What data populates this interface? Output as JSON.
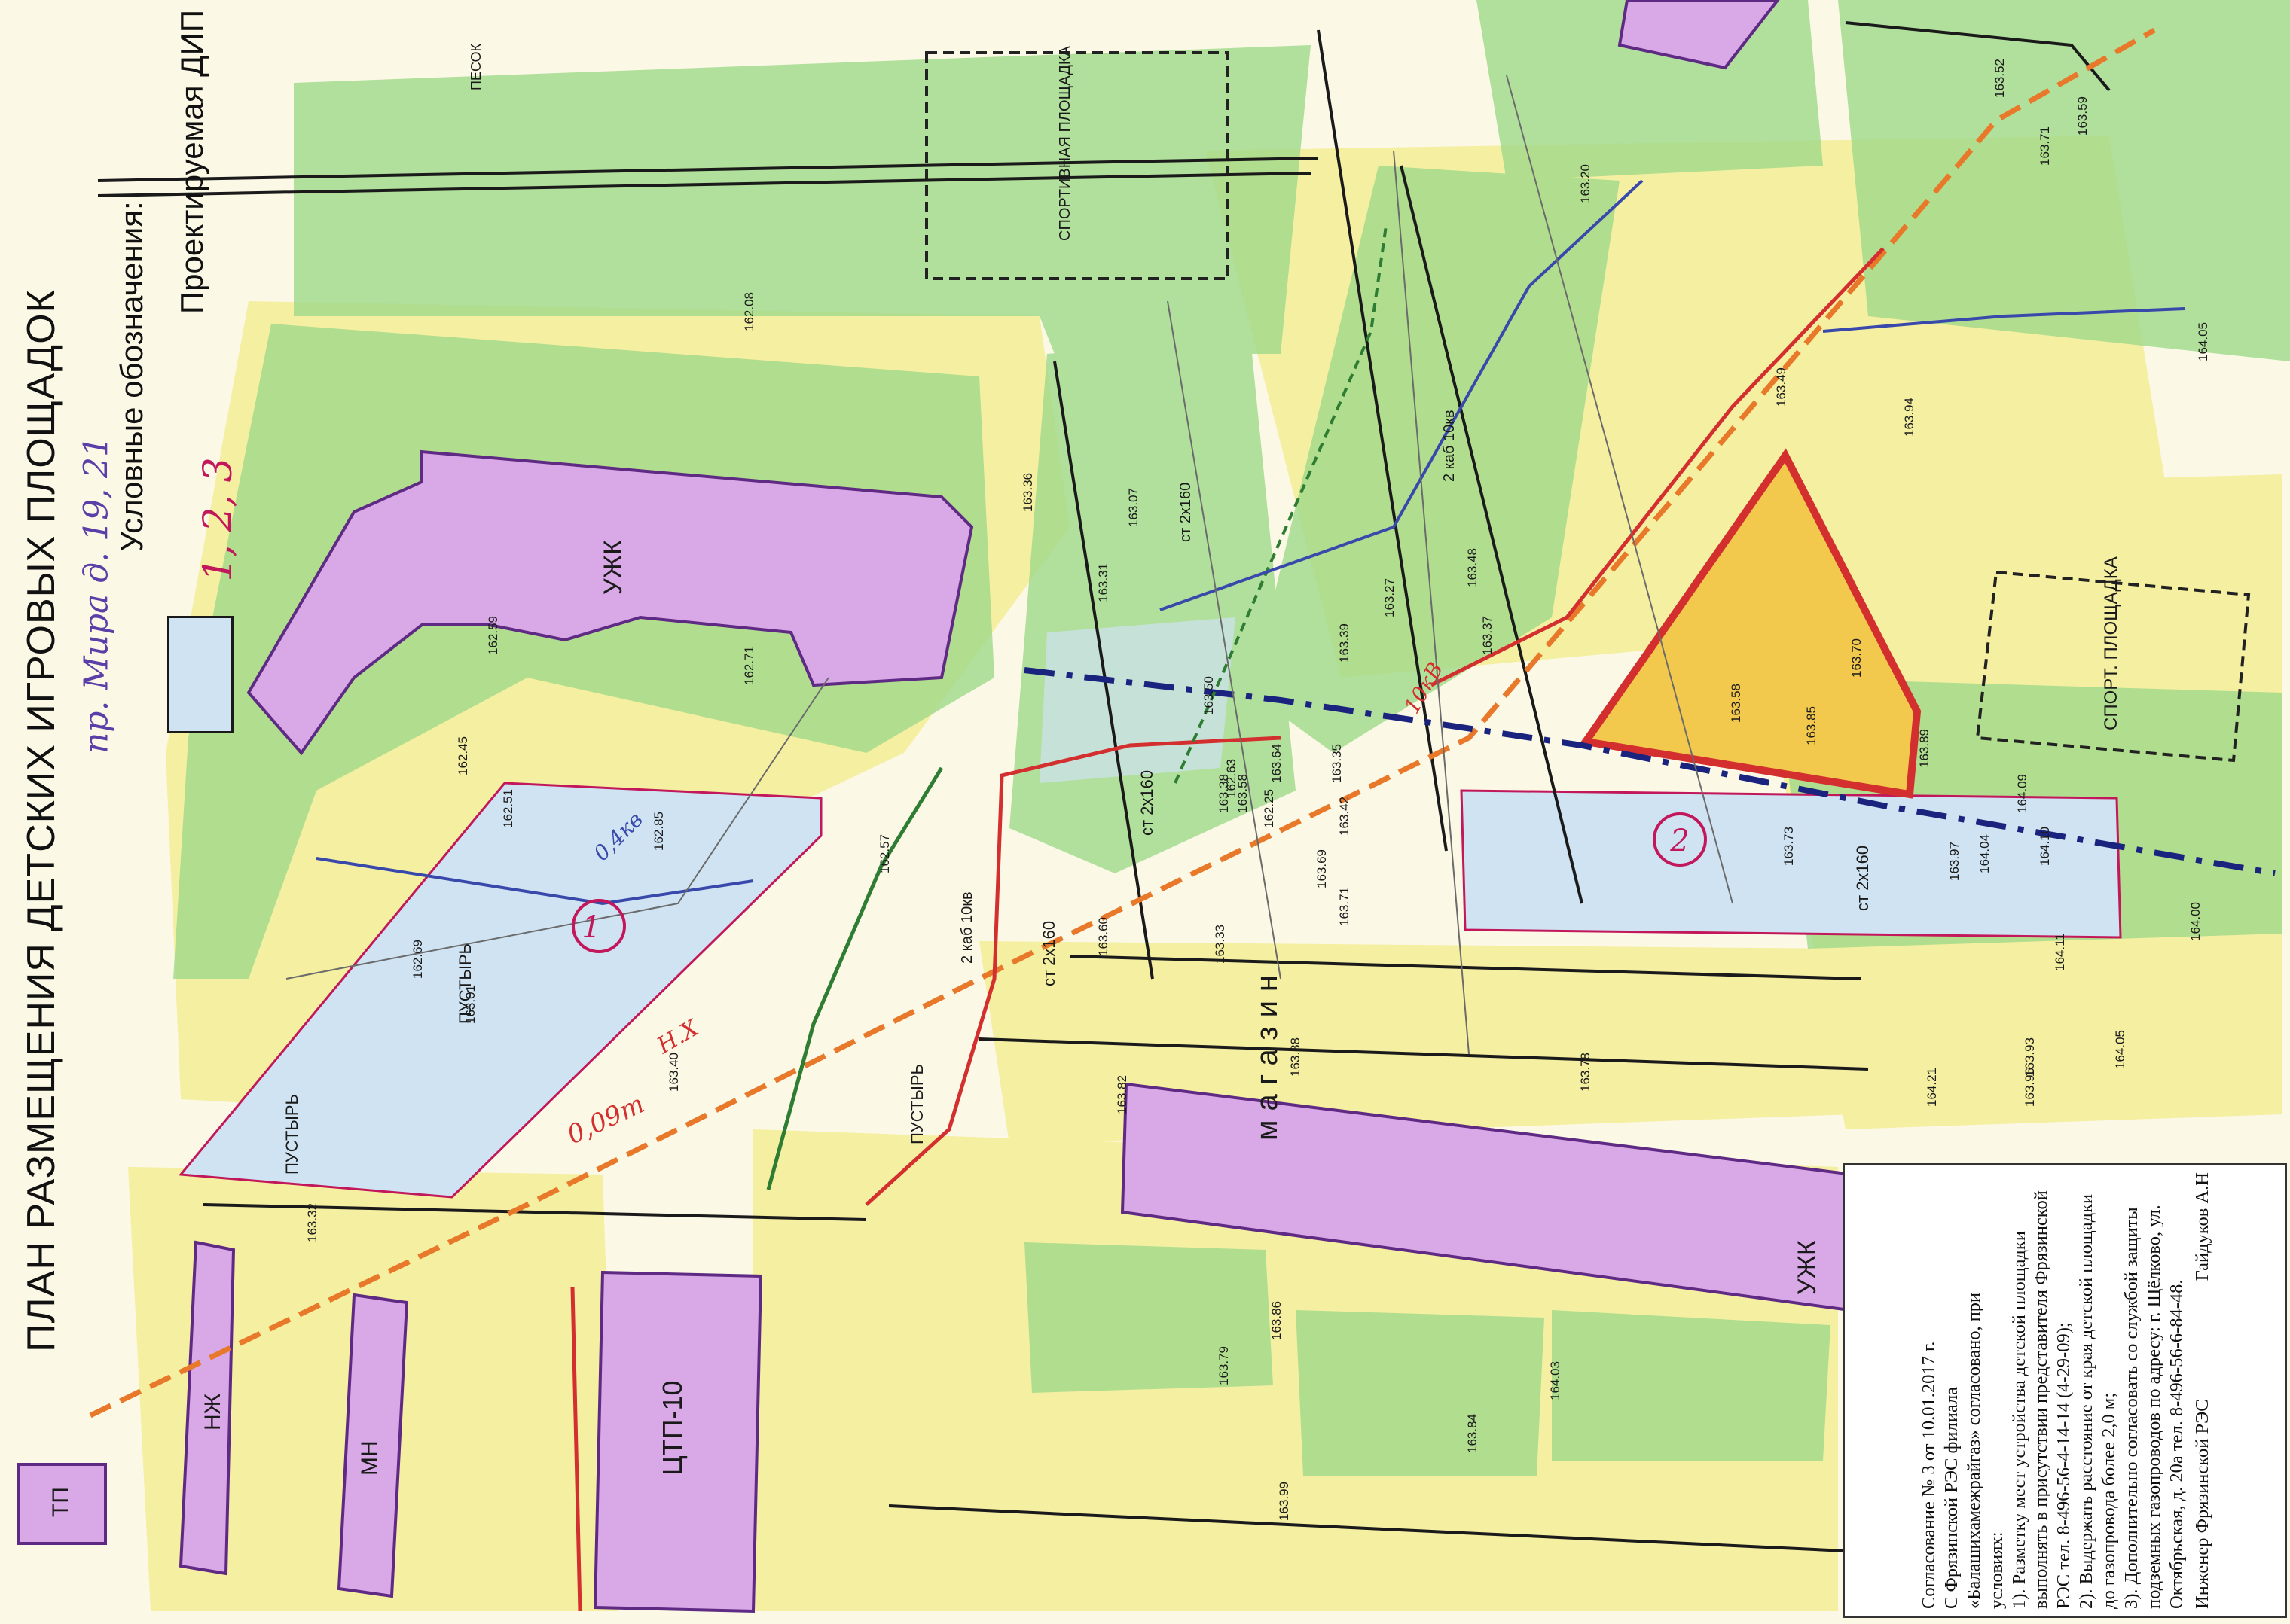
{
  "title": "ПЛАН РАЗМЕЩЕНИЯ ДЕТСКИХ ИГРОВЫХ ПЛОЩАДОК",
  "handwritten_address": "пр. Мира д. 19, 21",
  "handwritten_site_numbers": "1, 2, 3",
  "legend": {
    "heading": "Условные обозначения:",
    "item_label": "Проектируемая ДИП",
    "item_color": "#cfe3f2"
  },
  "colors": {
    "building": "#d9a8e6",
    "lawn": "#9fd98a",
    "sand": "#f3ec8a",
    "site": "#cfe3f2",
    "site_highlight": "#f2c94c",
    "cable_red": "#d32f2f",
    "line_orange": "#e8782a",
    "gas_blue": "#1a237e",
    "drawn_blue": "#3949ab",
    "drawn_green": "#2e7d32"
  },
  "map_labels": {
    "ucmk": "УЖК",
    "magazin": "магазин",
    "ucmk_east": "УЖК",
    "ctp": "ЦТП-10",
    "tp": "ТП",
    "nzh_1": "НЖ",
    "nzh_2": "МН",
    "wasteland_1": "ПУСТЫРЬ",
    "wasteland_2": "ПУСТЫРЬ",
    "wasteland_3": "ПУСТЫРЬ",
    "sport_field": "СПОРТ. ПЛОЩАДКА",
    "sport_field_top": "СПОРТИВНАЯ ПЛОЩАДКА",
    "sand": "ПЕСОК",
    "cable_label_1": "ст 2х160",
    "cable_label_2": "ст 2х160",
    "cable_label_3": "ст 2х160",
    "cable_label_4": "ст 2х160",
    "kab_1": "2 каб 10кв",
    "kab_2": "2 каб 10кв",
    "hand_04kv": "0,4кв",
    "hand_10kv": "10кВ",
    "hand_nh": "Н.Х",
    "hand_009": "0,09т",
    "site_1": "1",
    "site_2": "2"
  },
  "elevations": [
    "162.08",
    "162.45",
    "162.51",
    "162.59",
    "162.71",
    "162.85",
    "162.69",
    "163.01",
    "163.40",
    "163.33",
    "163.64",
    "163.50",
    "163.38",
    "163.58",
    "163.42",
    "163.20",
    "163.70",
    "163.58",
    "163.85",
    "163.73",
    "163.69",
    "163.71",
    "163.60",
    "163.82",
    "163.88",
    "163.78",
    "164.04",
    "164.09",
    "164.10",
    "163.97",
    "163.89",
    "163.93",
    "163.96",
    "164.11",
    "164.21",
    "164.05",
    "163.94",
    "163.49",
    "163.71",
    "163.52",
    "164.05",
    "163.59",
    "164.00",
    "163.32",
    "163.79",
    "163.86",
    "163.99",
    "163.84",
    "164.03",
    "162.57",
    "163.31",
    "163.07",
    "162.25",
    "162.63",
    "163.36",
    "163.35",
    "163.39",
    "163.37",
    "163.48",
    "163.27"
  ],
  "approval": {
    "line1": "Согласование № 3 от 10.01.2017 г.",
    "line2": "С Фрязинской РЭС филиала",
    "line3": "«Балашихамежрайгаз» согласовано, при",
    "line4": "условиях:",
    "cond1": "1). Разметку мест устройства детской площадки выполнять в присутствии представителя Фрязинской РЭС тел. 8-496-56-4-14-14 (4-29-09);",
    "cond2": "2). Выдержать расстояние от края детской площадки до газопровода более 2,0 м;",
    "cond3": "3). Дополнительно согласовать со службой защиты подземных газопроводов по адресу: г. Щёлково, ул. Октябрьская, д. 20а тел. 8-496-56-6-84-48.",
    "signer_title": "Инженер Фрязинской РЭС",
    "signer_name": "Гайдуков А.Н"
  }
}
